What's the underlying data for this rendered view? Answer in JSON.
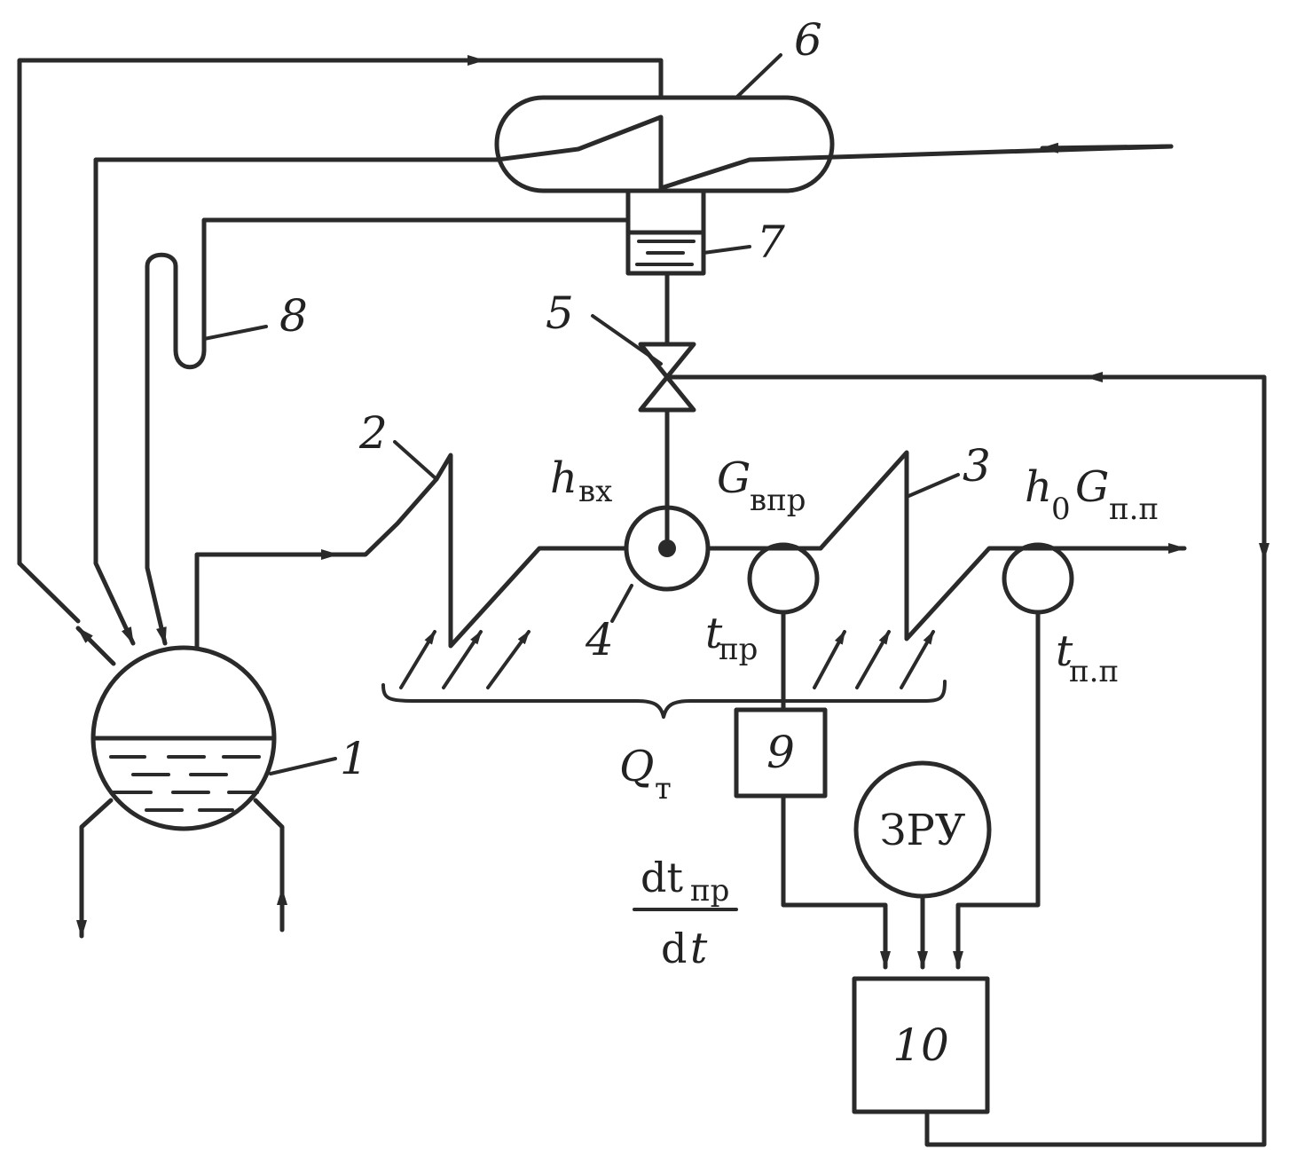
{
  "labels": {
    "n1": "1",
    "n2": "2",
    "n3": "3",
    "n4": "4",
    "n5": "5",
    "n6": "6",
    "n7": "7",
    "n8": "8",
    "n9": "9",
    "n10": "10"
  },
  "symbols": {
    "h_in": {
      "main": "h",
      "sub": "вх"
    },
    "g_inj": {
      "main": "G",
      "sub": "впр"
    },
    "h0": {
      "main": "h",
      "sub": "0"
    },
    "g_pp": {
      "main": "G",
      "sub": "п.п"
    },
    "t_pr": {
      "main": "t",
      "sub": "пр"
    },
    "t_pp": {
      "main": "t",
      "sub": "п.п"
    },
    "q_t": {
      "main": "Q",
      "sub": "т"
    },
    "deriv_num": {
      "main": "dt",
      "sub": "пр"
    },
    "deriv_den": {
      "pre": "d",
      "main": "t"
    }
  },
  "zru_label": "ЗРУ",
  "colors": {
    "line": "#2a2a2a",
    "background": "#ffffff"
  }
}
